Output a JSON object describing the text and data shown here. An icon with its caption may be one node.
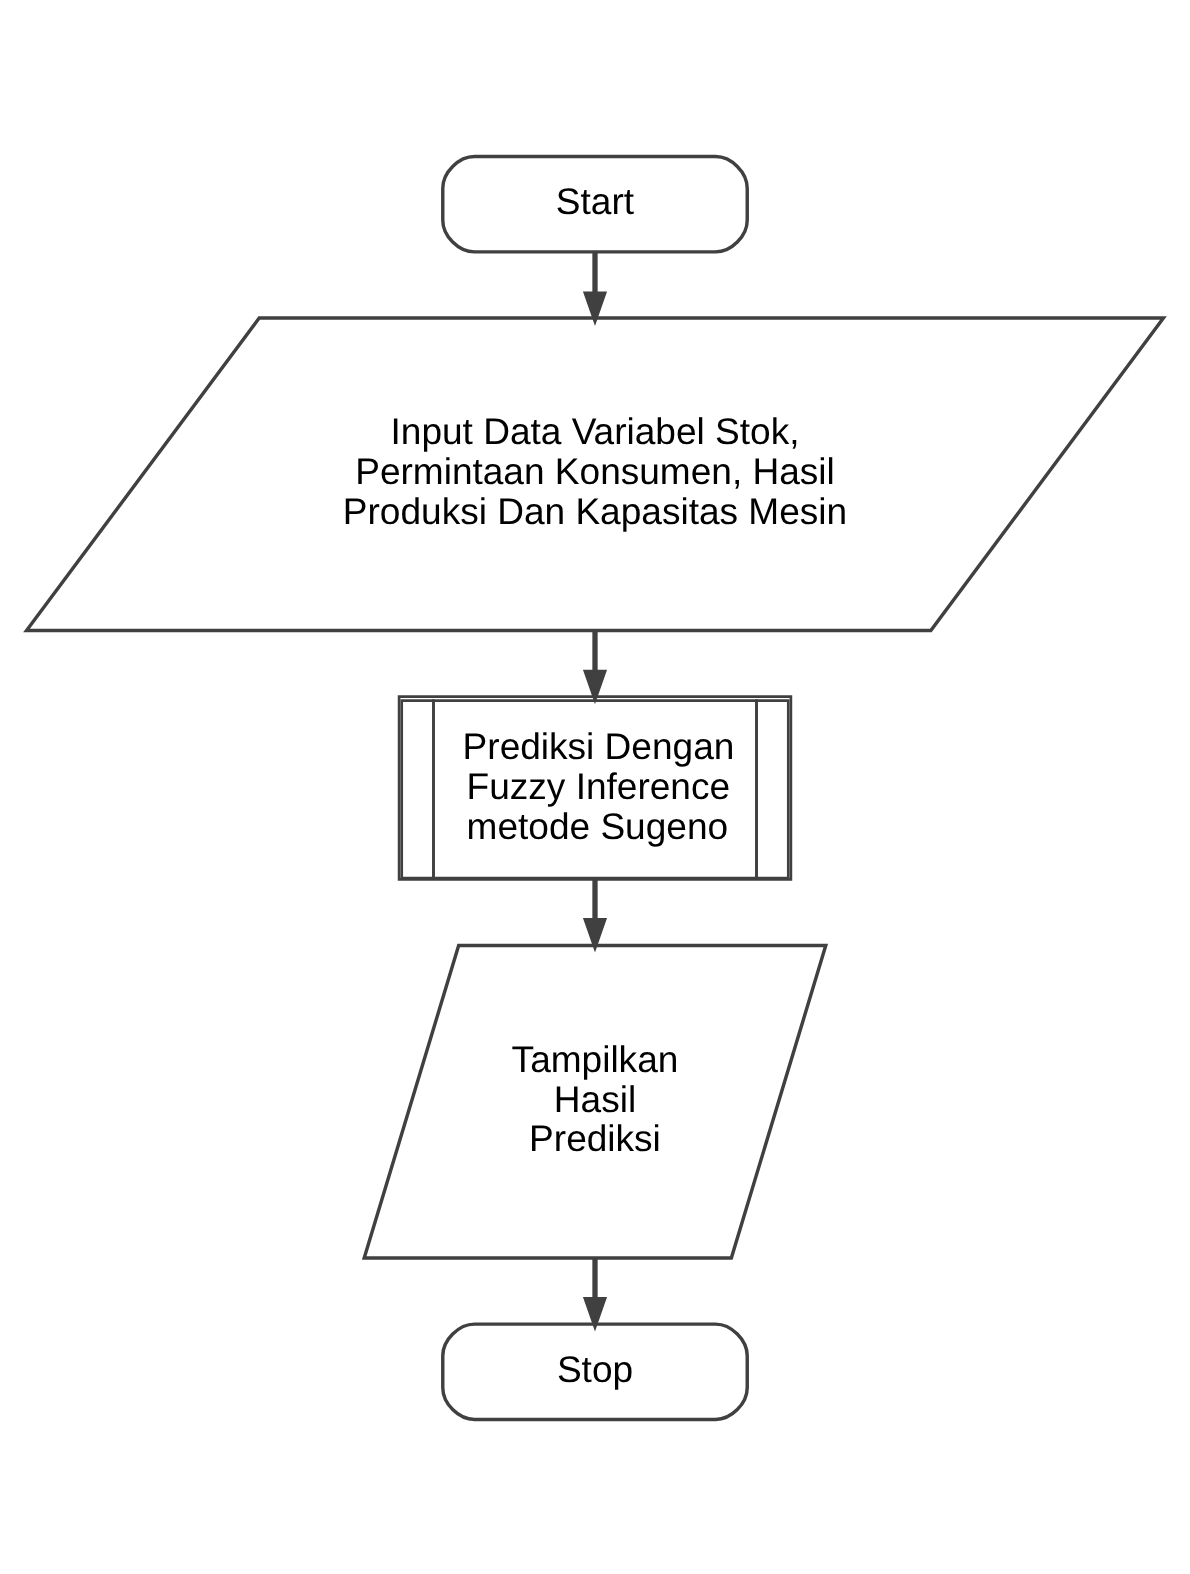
{
  "diagram": {
    "nodes": [
      {
        "text": [
          "Start"
        ]
      },
      {
        "text": [
          "Input Data Variabel Stok, Permintaan Konsumen, Hasil Produksi Dan Kapasitas Mesin"
        ]
      },
      {
        "text": [
          "Prediksi Dengan Fuzzy Inference metode Sugeno"
        ]
      },
      {
        "text": [
          "Tampilkan Hasil Prediksi"
        ]
      },
      {
        "text": [
          "Stop"
        ]
      }
    ],
    "edges": [
      {
        "from": 0,
        "to": 1,
        "arrow": "to"
      },
      {
        "from": 1,
        "to": 2,
        "arrow": "to"
      },
      {
        "from": 2,
        "to": 3,
        "arrow": "to"
      },
      {
        "from": 3,
        "to": 4,
        "arrow": "to"
      }
    ]
  }
}
